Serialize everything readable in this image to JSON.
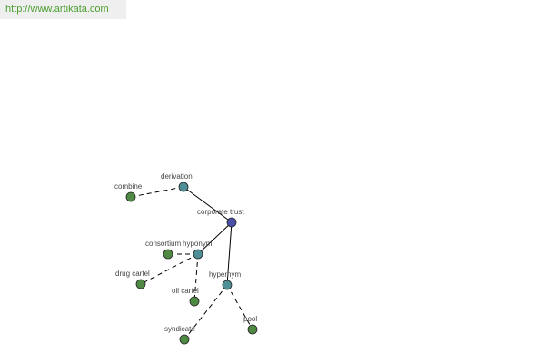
{
  "header": {
    "url": "http://www.artikata.com"
  },
  "colors": {
    "center": "#4a4fa8",
    "relation": "#4e8f97",
    "leaf": "#4f8a45",
    "url_text": "#4a9f2f",
    "edge": "#000000",
    "url_bar_bg": "#efefef"
  },
  "graph": {
    "nodes": [
      {
        "id": "corporate-trust",
        "label": "corporate trust",
        "kind": "center"
      },
      {
        "id": "derivation",
        "label": "derivation",
        "kind": "relation"
      },
      {
        "id": "combine",
        "label": "combine",
        "kind": "leaf"
      },
      {
        "id": "hyponym",
        "label": "hyponym",
        "kind": "relation"
      },
      {
        "id": "consortium",
        "label": "consortium",
        "kind": "leaf"
      },
      {
        "id": "drug-cartel",
        "label": "drug cartel",
        "kind": "leaf"
      },
      {
        "id": "oil-cartel",
        "label": "oil cartel",
        "kind": "leaf"
      },
      {
        "id": "hypernym",
        "label": "hypernym",
        "kind": "relation"
      },
      {
        "id": "syndicate",
        "label": "syndicate",
        "kind": "leaf"
      },
      {
        "id": "pool",
        "label": "pool",
        "kind": "leaf"
      }
    ],
    "edges": [
      {
        "from": "corporate-trust",
        "to": "derivation",
        "style": "solid"
      },
      {
        "from": "derivation",
        "to": "combine",
        "style": "dashed"
      },
      {
        "from": "corporate-trust",
        "to": "hyponym",
        "style": "solid"
      },
      {
        "from": "hyponym",
        "to": "consortium",
        "style": "dashed"
      },
      {
        "from": "hyponym",
        "to": "drug-cartel",
        "style": "dashed"
      },
      {
        "from": "hyponym",
        "to": "oil-cartel",
        "style": "dashed"
      },
      {
        "from": "corporate-trust",
        "to": "hypernym",
        "style": "solid"
      },
      {
        "from": "hypernym",
        "to": "syndicate",
        "style": "dashed"
      },
      {
        "from": "hypernym",
        "to": "pool",
        "style": "dashed"
      }
    ]
  }
}
